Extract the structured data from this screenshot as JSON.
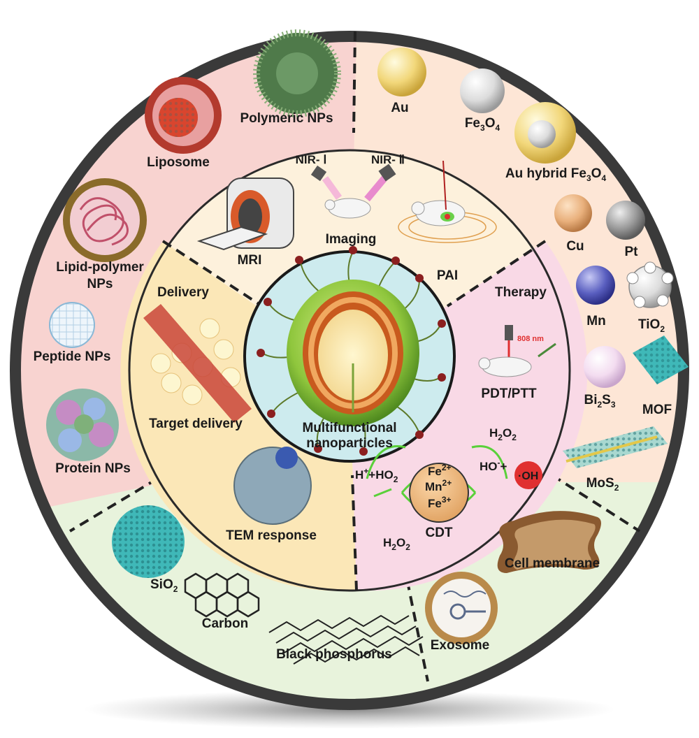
{
  "outer": {
    "polymeric": "Polymeric NPs",
    "liposome": "Liposome",
    "lipid_polymer_1": "Lipid-polymer",
    "lipid_polymer_2": "NPs",
    "peptide": "Peptide NPs",
    "protein": "Protein NPs",
    "sio2": {
      "main": "SiO",
      "sub": "2"
    },
    "carbon": "Carbon",
    "black_phosphorus": "Black phosphorus",
    "exosome": "Exosome",
    "cell_membrane": "Cell membrane",
    "mos2": {
      "main": "MoS",
      "sub": "2"
    },
    "mof": "MOF",
    "bi2s3": {
      "a": "Bi",
      "s1": "2",
      "b": "S",
      "s2": "3"
    },
    "tio2": {
      "main": "TiO",
      "sub": "2"
    },
    "mn": "Mn",
    "cu": "Cu",
    "pt": "Pt",
    "au": "Au",
    "fe3o4": {
      "a": "Fe",
      "s1": "3",
      "b": "O",
      "s2": "4"
    },
    "au_hybrid": {
      "a": "Au hybrid Fe",
      "s1": "3",
      "b": "O",
      "s2": "4"
    }
  },
  "middle": {
    "nir1": "NIR- Ⅰ",
    "nir2": "NIR- Ⅱ",
    "imaging": "Imaging",
    "mri": "MRI",
    "pai": "PAI",
    "delivery": "Delivery",
    "target_delivery": "Target delivery",
    "tem_response": "TEM response",
    "therapy": "Therapy",
    "laser": "808 nm",
    "pdt_ptt": "PDT/PTT",
    "h2o2_top": {
      "a": "H",
      "s1": "2",
      "b": "O",
      "s2": "2"
    },
    "ho_oh": "HO",
    "oh": "·OH",
    "hplus": "H",
    "ho2": "+HO",
    "fe2": "Fe",
    "mn2": "Mn",
    "fe3": "Fe",
    "cdt": "CDT",
    "h2o2_bottom": {
      "a": "H",
      "s1": "2",
      "b": "O",
      "s2": "2"
    }
  },
  "center": {
    "line1": "Multifunctional",
    "line2": "nanoparticles"
  },
  "colors": {
    "ring_border": "#3a3a3a",
    "polymer_bg": "#f8d3d0",
    "inorganic_bg": "#fde6d6",
    "bottom_bg": "#e8f3dc",
    "imaging_bg": "#fdf1dc",
    "delivery_bg": "#fbe7b7",
    "therapy_bg": "#f9d9e6",
    "core_bg": "#cdebee"
  }
}
